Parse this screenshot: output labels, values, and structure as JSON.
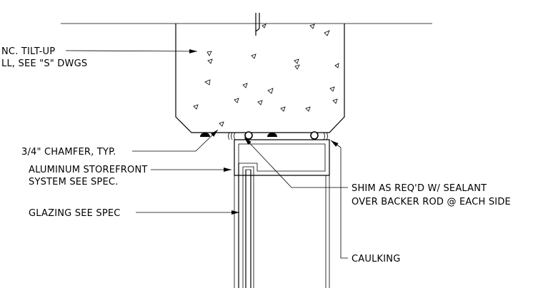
{
  "notes": {
    "tilt_up": {
      "line1": "NC. TILT-UP",
      "line2": "LL, SEE \"S\" DWGS"
    },
    "chamfer": "3/4\" CHAMFER, TYP.",
    "storefront": {
      "line1": "ALUMINUM STOREFRONT",
      "line2": "SYSTEM SEE SPEC."
    },
    "glazing": "GLAZING SEE SPEC",
    "shim": {
      "line1": "SHIM AS REQ'D W/ SEALANT",
      "line2": "OVER BACKER ROD @ EACH SIDE"
    },
    "caulking": "CAULKING"
  }
}
